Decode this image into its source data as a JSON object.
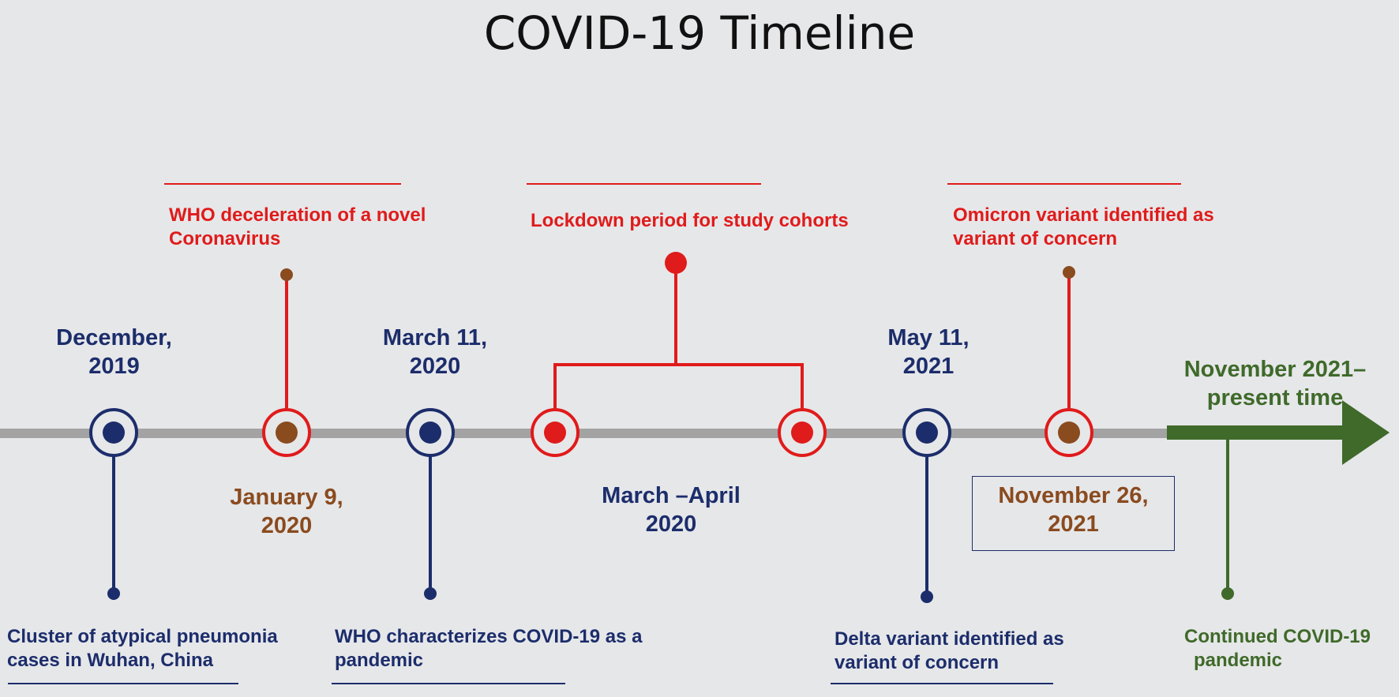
{
  "title": "COVID-19 Timeline",
  "colors": {
    "blue": "#1c2d6b",
    "red": "#e01b1b",
    "brown": "#8a4b1f",
    "green": "#3f6a2a",
    "axis": "#a3a3a3"
  },
  "events": [
    {
      "date_line1": "December,",
      "date_line2": "2019",
      "desc_line1": "Cluster of atypical pneumonia",
      "desc_line2": "cases in Wuhan, China"
    },
    {
      "date_line1": "January 9,",
      "date_line2": "2020",
      "desc_line1": "WHO deceleration of a novel",
      "desc_line2": "Coronavirus"
    },
    {
      "date_line1": "March 11,",
      "date_line2": "2020",
      "desc_line1": "WHO characterizes COVID-19 as a",
      "desc_line2": "pandemic"
    },
    {
      "date_line1": "March –April",
      "date_line2": "2020",
      "desc_line1": "Lockdown period for study cohorts",
      "desc_line2": ""
    },
    {
      "date_line1": "May 11,",
      "date_line2": "2021",
      "desc_line1": "Delta variant identified as",
      "desc_line2": "variant of concern"
    },
    {
      "date_line1": "November 26,",
      "date_line2": "2021",
      "desc_line1": "Omicron variant identified as",
      "desc_line2": "variant of concern"
    },
    {
      "date_line1": "November 2021–",
      "date_line2": "present time",
      "desc_line1": "Continued COVID-19",
      "desc_line2": "pandemic"
    }
  ]
}
